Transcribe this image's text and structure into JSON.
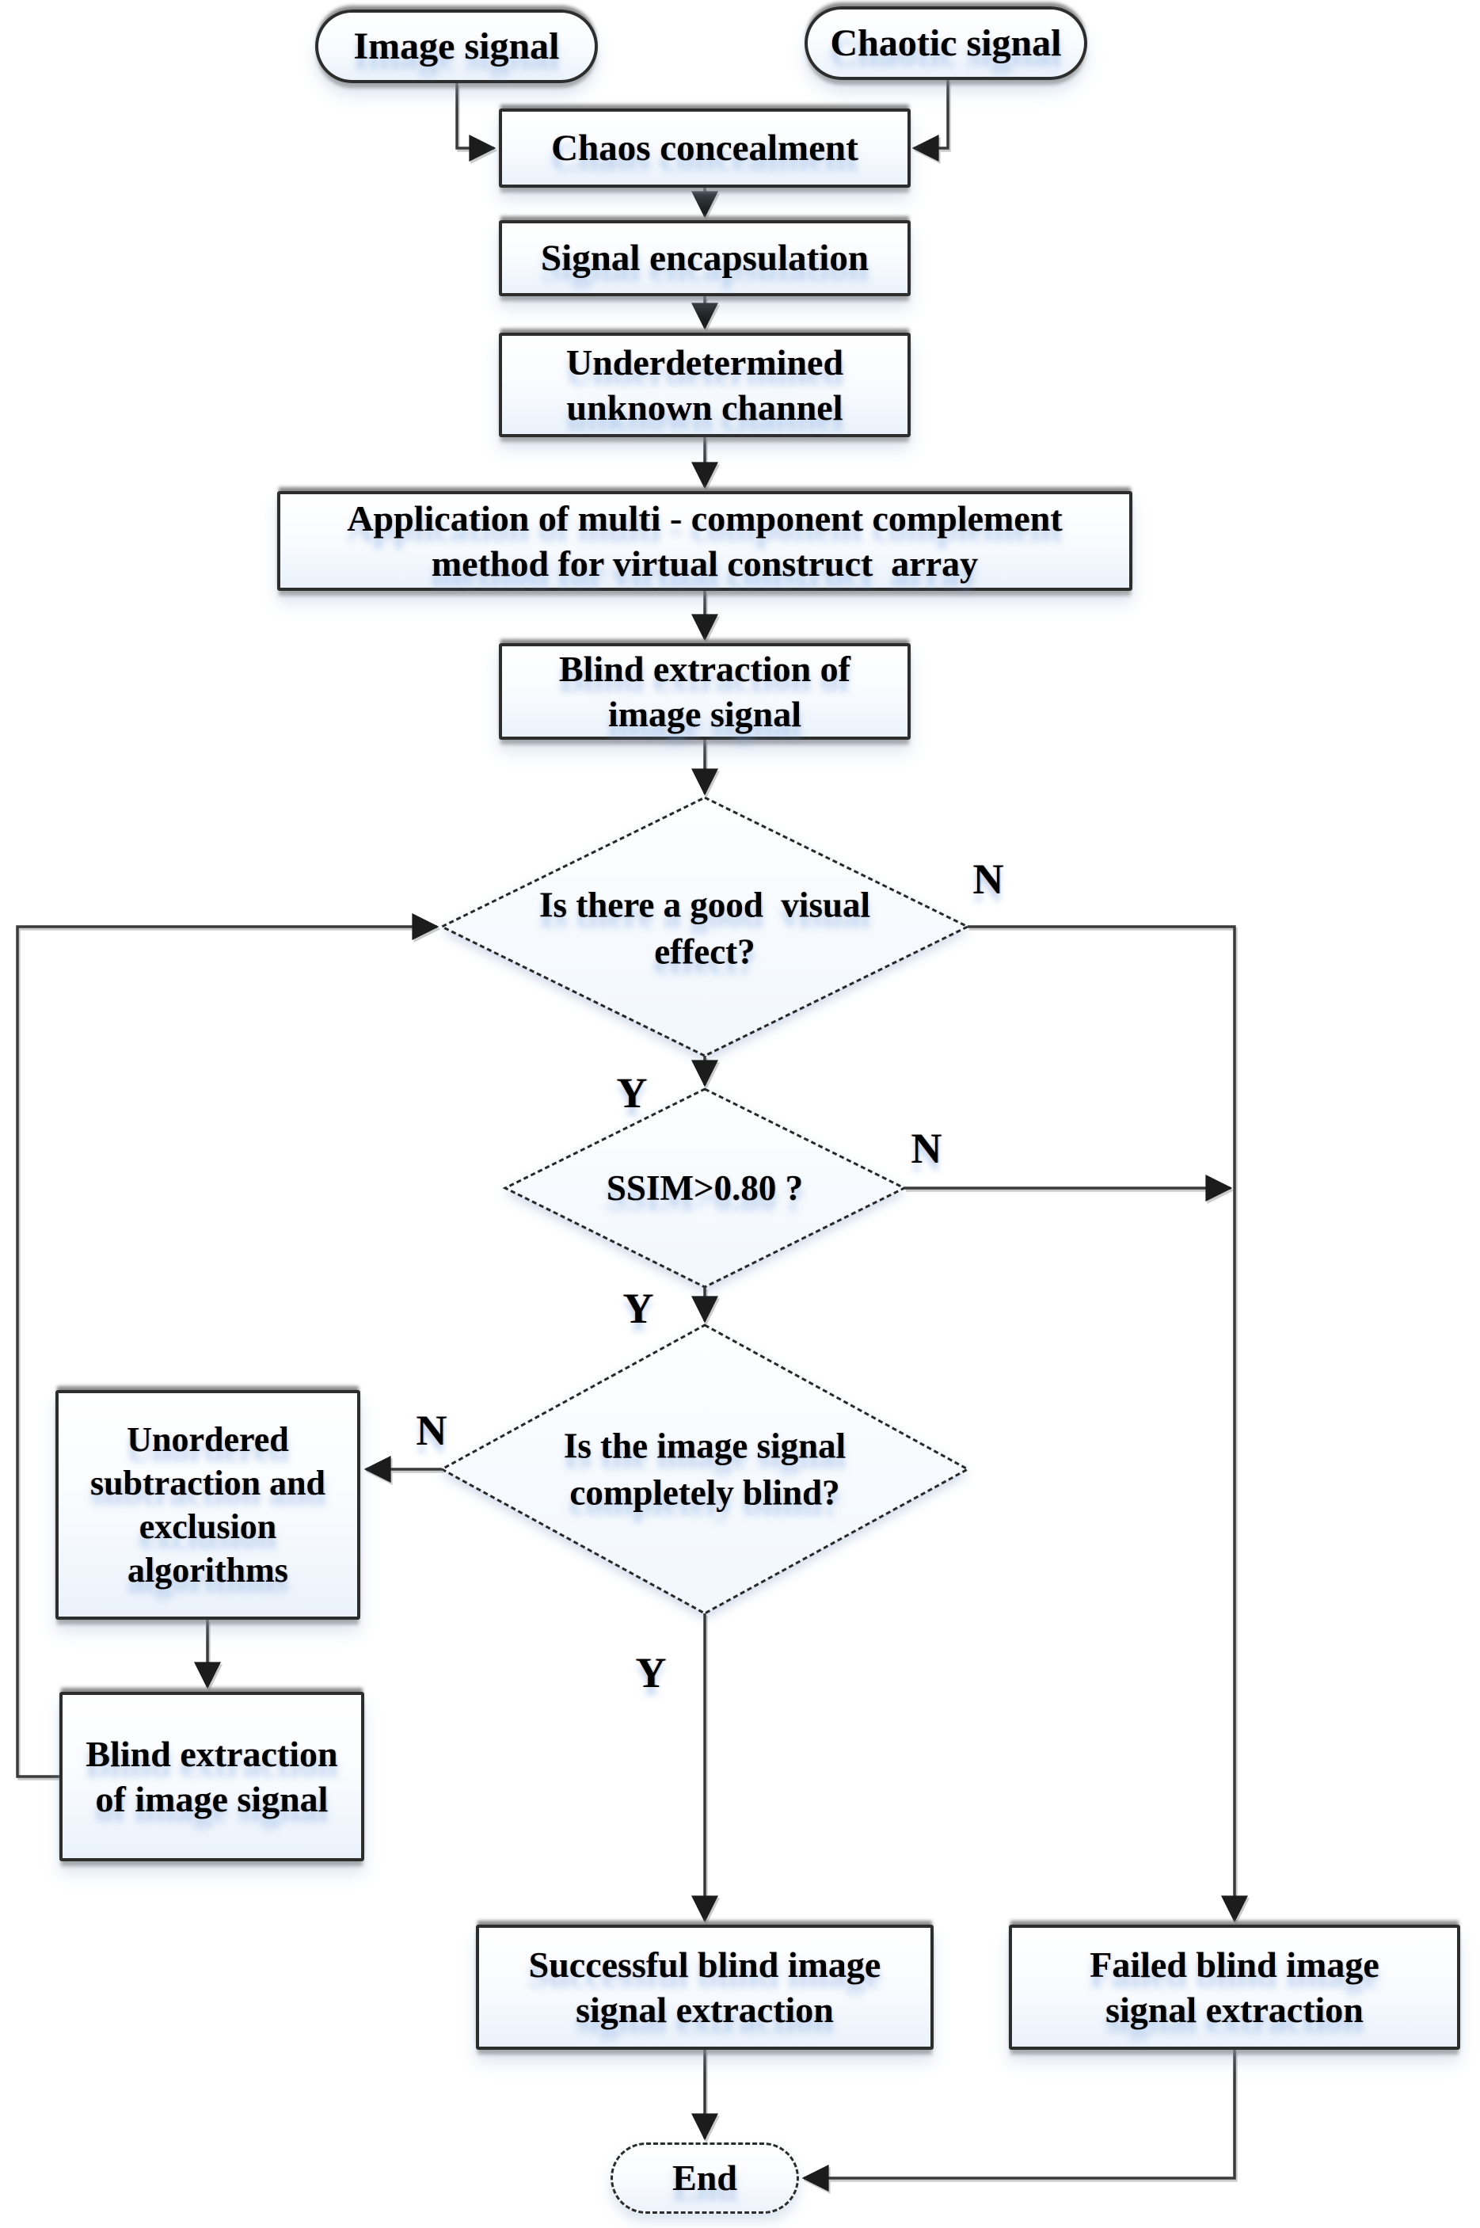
{
  "theme": {
    "canvas_bg": "#ffffff",
    "line_color": "#3a3a3a",
    "border_color": "#2d2d2d",
    "text_color": "#000000",
    "arrow_color": "#1c1c1c",
    "node_fill_bottom": "#eaf2fb",
    "reflection_color": "#9fc0e8"
  },
  "nodes": {
    "image_signal": {
      "label": "Image signal",
      "type": "terminal"
    },
    "chaotic_signal": {
      "label": "Chaotic signal",
      "type": "terminal"
    },
    "chaos_concealment": {
      "label": "Chaos concealment",
      "type": "process"
    },
    "signal_encapsulation": {
      "label": "Signal encapsulation",
      "type": "process"
    },
    "underdetermined_channel": {
      "label": "Underdetermined\nunknown channel",
      "type": "process"
    },
    "application_multi_component": {
      "label": "Application of multi - component complement\nmethod for virtual construct  array",
      "type": "process"
    },
    "blind_extraction_1": {
      "label": "Blind extraction of\nimage signal",
      "type": "process"
    },
    "decision_visual_effect": {
      "label": "Is there a good  visual\neffect?",
      "type": "decision"
    },
    "decision_ssim": {
      "label": "SSIM>0.80 ?",
      "type": "decision"
    },
    "decision_completely_blind": {
      "label": "Is the image signal\ncompletely blind?",
      "type": "decision"
    },
    "unordered_subtraction": {
      "label": "Unordered\nsubtraction and\nexclusion\nalgorithms",
      "type": "process"
    },
    "blind_extraction_2": {
      "label": "Blind extraction\nof image signal",
      "type": "process"
    },
    "successful_extraction": {
      "label": "Successful blind image\nsignal extraction",
      "type": "process"
    },
    "failed_extraction": {
      "label": "Failed blind image\nsignal extraction",
      "type": "process"
    },
    "end": {
      "label": "End",
      "type": "terminal"
    }
  },
  "branch_labels": {
    "visual_effect_no": "N",
    "visual_effect_yes": "Y",
    "ssim_no": "N",
    "ssim_yes": "Y",
    "blind_no": "N",
    "blind_yes": "Y"
  }
}
